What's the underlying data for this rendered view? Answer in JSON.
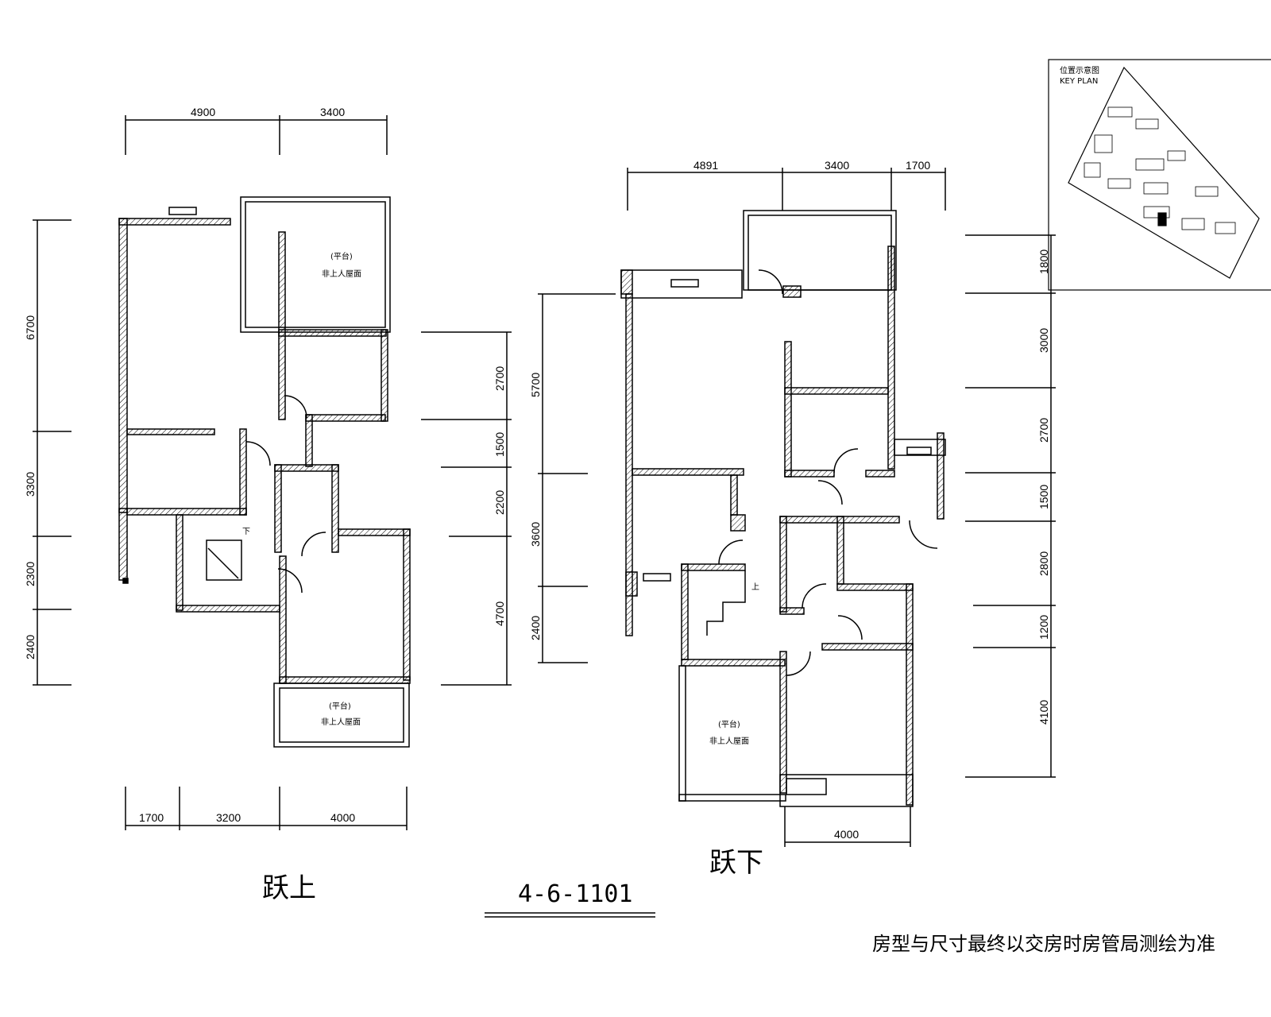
{
  "plans": {
    "upper": {
      "label": "跃上",
      "dims_top": [
        "4900",
        "3400"
      ],
      "dims_bottom": [
        "1700",
        "3200",
        "4000"
      ],
      "dims_left": [
        "6700",
        "3300",
        "2300",
        "2400"
      ],
      "dims_right": [
        "2700",
        "1500",
        "2200",
        "4700"
      ],
      "terrace_label_1": "(平台)",
      "terrace_label_2": "非上人屋面",
      "stair_mark": "下"
    },
    "lower": {
      "label": "跃下",
      "dims_top": [
        "4891",
        "3400",
        "1700"
      ],
      "dims_bottom": [
        "4000"
      ],
      "dims_left": [
        "5700",
        "3600",
        "2400"
      ],
      "dims_right": [
        "1800",
        "3000",
        "2700",
        "1500",
        "2800",
        "1200",
        "4100"
      ],
      "terrace_label_1": "(平台)",
      "terrace_label_2": "非上人屋面",
      "stair_mark": "上"
    }
  },
  "unit_number": "4-6-1101",
  "key_plan": {
    "title_cn": "位置示意图",
    "title_en": "KEY PLAN"
  },
  "footnote": "房型与尺寸最终以交房时房管局测绘为准"
}
